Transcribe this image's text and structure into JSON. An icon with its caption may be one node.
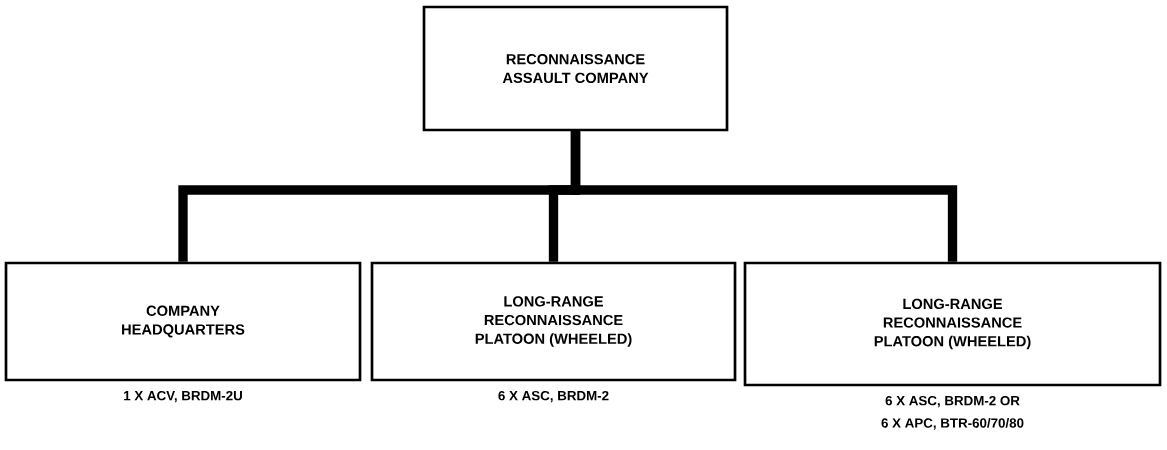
{
  "diagram": {
    "nodes": [
      {
        "text": [
          "RECONNAISSANCE ASSAULT COMPANY"
        ]
      },
      {
        "text": [
          "COMPANY HEADQUARTERS"
        ],
        "beside": [
          "1 X ACV, BRDM-2U"
        ]
      },
      {
        "text": [
          "LONG-RANGE RECONNAISSANCE PLATOON (WHEELED)"
        ],
        "beside": [
          "6 X ASC, BRDM-2"
        ]
      },
      {
        "text": [
          "LONG-RANGE RECONNAISSANCE PLATOON (WHEELED)"
        ],
        "beside": [
          "6 X ASC, BRDM-2 OR",
          "6 X APC, BTR-60/70/80"
        ]
      }
    ],
    "edges": [
      {
        "from": 0,
        "to": 1,
        "arrow": "none"
      },
      {
        "from": 0,
        "to": 2,
        "arrow": "none"
      },
      {
        "from": 0,
        "to": 3,
        "arrow": "none"
      }
    ]
  }
}
